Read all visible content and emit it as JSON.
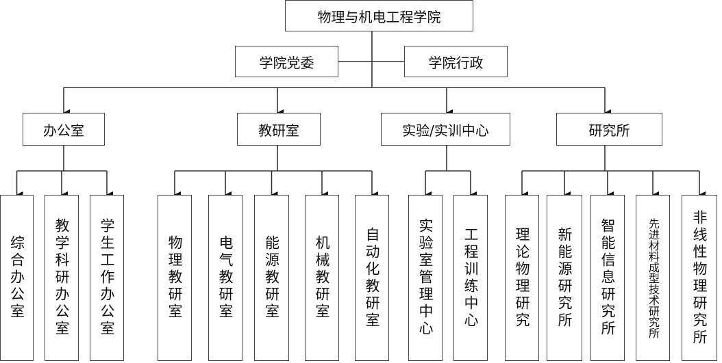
{
  "root": "物理与机电工程学院",
  "leadership": [
    "学院党委",
    "学院行政"
  ],
  "departments": [
    {
      "label": "办公室",
      "children": [
        "综合办公室",
        "教学科研办公室",
        "学生工作办公室"
      ]
    },
    {
      "label": "教研室",
      "children": [
        "物理教研室",
        "电气教研室",
        "能源教研室",
        "机械教研室",
        "自动化教研室"
      ]
    },
    {
      "label": "实验/实训中心",
      "children": [
        "实验室管理中心",
        "工程训练中心"
      ]
    },
    {
      "label": "研究所",
      "children": [
        "理论物理研究",
        "新能源研究所",
        "智能信息研究所",
        "先进材料成型技术研究所",
        "非线性物理研究所"
      ]
    }
  ]
}
